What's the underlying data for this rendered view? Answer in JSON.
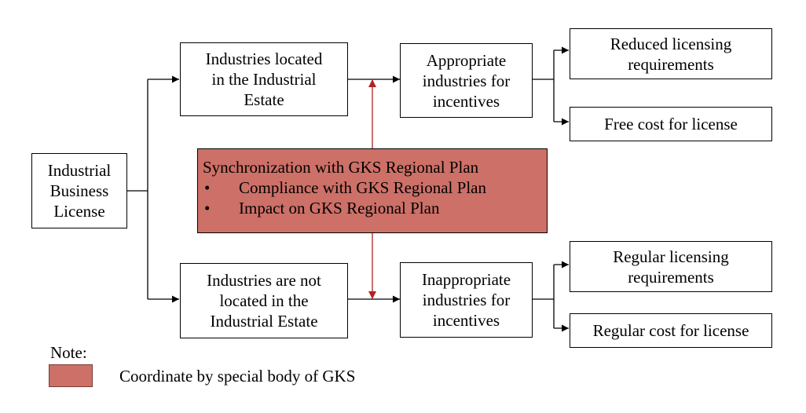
{
  "nodes": {
    "license": {
      "lines": [
        "Industrial",
        "Business",
        "License"
      ]
    },
    "located": {
      "lines": [
        "Industries located",
        "in the Industrial",
        "Estate"
      ]
    },
    "not_located": {
      "lines": [
        "Industries are not",
        "located in the",
        "Industrial Estate"
      ]
    },
    "appropriate": {
      "lines": [
        "Appropriate",
        "industries for",
        "incentives"
      ]
    },
    "inappropriate": {
      "lines": [
        "Inappropriate",
        "industries for",
        "incentives"
      ]
    },
    "reduced_req": {
      "lines": [
        "Reduced licensing",
        "requirements"
      ]
    },
    "free_cost": {
      "lines": [
        "Free cost for license"
      ]
    },
    "regular_req": {
      "lines": [
        "Regular licensing",
        "requirements"
      ]
    },
    "regular_cost": {
      "lines": [
        "Regular cost for license"
      ]
    }
  },
  "sync": {
    "title": "Synchronization with GKS Regional Plan",
    "bullet_symbol": "•",
    "bullets": [
      "Compliance with GKS Regional Plan",
      "Impact on GKS Regional Plan"
    ],
    "color": "#cd7067"
  },
  "legend": {
    "label": "Note:",
    "text": "Coordinate by special body of GKS",
    "color": "#cd7067"
  },
  "colors": {
    "line": "#000000",
    "sync_arrow": "#b22222"
  }
}
